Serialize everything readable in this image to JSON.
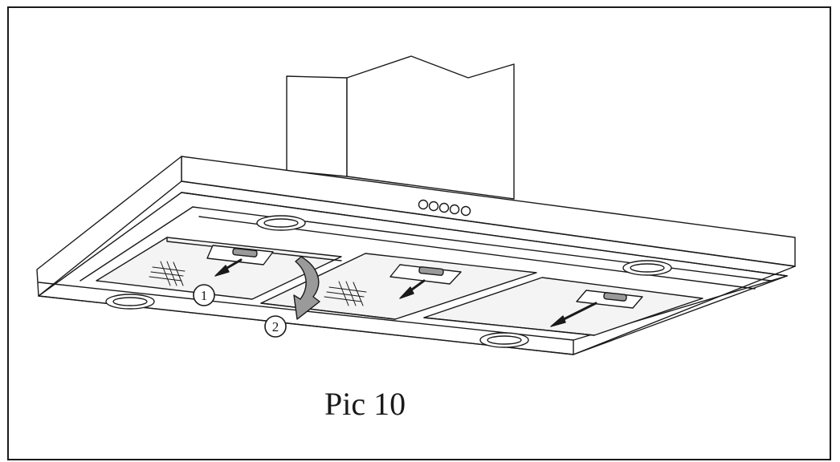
{
  "caption": "Pic 10",
  "callouts": {
    "step_one": "1",
    "step_two": "2"
  },
  "colors": {
    "line": "#1a1a1a",
    "background": "#ffffff",
    "filter_shade": "#f4f4f4",
    "arrow_fill": "#9a9a9a"
  },
  "icons": {
    "control_knobs": "control-knobs-icon",
    "light": "light-icon",
    "grease_filter": "grease-filter-icon",
    "filter_handle": "filter-handle-icon"
  }
}
